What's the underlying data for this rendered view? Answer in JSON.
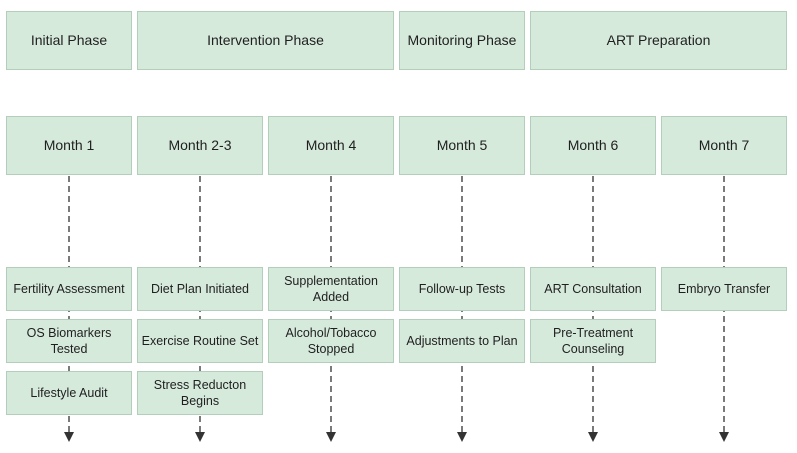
{
  "phases": [
    {
      "label": "Initial Phase"
    },
    {
      "label": "Intervention Phase"
    },
    {
      "label": "Monitoring Phase"
    },
    {
      "label": "ART Preparation"
    }
  ],
  "months": [
    {
      "label": "Month 1",
      "tasks": [
        "Fertility Assessment",
        "OS Biomarkers Tested",
        "Lifestyle Audit"
      ]
    },
    {
      "label": "Month 2-3",
      "tasks": [
        "Diet Plan Initiated",
        "Exercise Routine Set",
        "Stress Reducton Begins"
      ]
    },
    {
      "label": "Month 4",
      "tasks": [
        "Supplementation Added",
        "Alcohol/Tobacco Stopped"
      ]
    },
    {
      "label": "Month 5",
      "tasks": [
        "Follow-up Tests",
        "Adjustments to Plan"
      ]
    },
    {
      "label": "Month 6",
      "tasks": [
        "ART Consultation",
        "Pre-Treatment Counseling"
      ]
    },
    {
      "label": "Month 7",
      "tasks": [
        "Embryo Transfer"
      ]
    }
  ],
  "colors": {
    "box_fill": "#d6eadc",
    "box_border": "#b3cfbb",
    "line": "#333333"
  }
}
